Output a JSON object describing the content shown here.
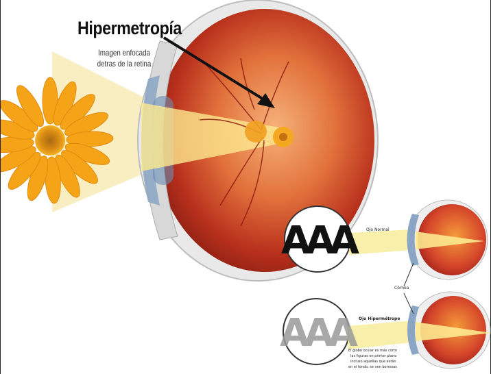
{
  "main": {
    "title": "Hipermetropía",
    "subtitle_line1": "Imagen enfocada",
    "subtitle_line2": "detras de la retina"
  },
  "inset": {
    "label_normal": "Ojo Normal",
    "label_hyper": "Ojo Hipermétrope",
    "label_cornea": "Córnea",
    "letters": "AAA",
    "caption_line1": "El globo ocular es más corto",
    "caption_line2": "las figuras en primer plano",
    "caption_line3": "incluso aquellas que están",
    "caption_line4": "en el fondo, se ven borrosas"
  },
  "colors": {
    "eye_red": "#b8301c",
    "eye_orange": "#e67a2a",
    "light_beam": "#f7e58a",
    "flower": "#f5a418"
  }
}
